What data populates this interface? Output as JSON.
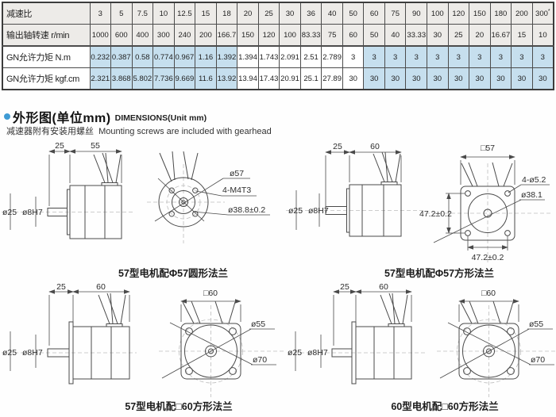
{
  "colors": {
    "accent_bullet": "#3f9bd4",
    "cell_blue": "#c6dfee",
    "cell_gray": "#edebe8",
    "line": "#4a4a4a"
  },
  "table": {
    "rows": [
      {
        "label": "减速比",
        "values": [
          "3",
          "5",
          "7.5",
          "10",
          "12.5",
          "15",
          "18",
          "20",
          "25",
          "30",
          "36",
          "40",
          "50",
          "60",
          "75",
          "90",
          "100",
          "120",
          "150",
          "180",
          "200",
          "300*"
        ]
      },
      {
        "label": "输出轴转速 r/min",
        "values": [
          "1000",
          "600",
          "400",
          "300",
          "240",
          "200",
          "166.7",
          "150",
          "120",
          "100",
          "83.33",
          "75",
          "60",
          "50",
          "40",
          "33.33",
          "30",
          "25",
          "20",
          "16.67",
          "15",
          "10"
        ]
      },
      {
        "label": "GN允许力矩 N.m",
        "values": [
          "0.232",
          "0.387",
          "0.58",
          "0.774",
          "0.967",
          "1.16",
          "1.392",
          "1.394",
          "1.743",
          "2.091",
          "2.51",
          "2.789",
          "3",
          "3",
          "3",
          "3",
          "3",
          "3",
          "3",
          "3",
          "3",
          "3"
        ]
      },
      {
        "label": "GN允许力矩 kgf.cm",
        "values": [
          "2.321",
          "3.868",
          "5.802",
          "7.736",
          "9.669",
          "11.6",
          "13.92",
          "13.94",
          "17.43",
          "20.91",
          "25.1",
          "27.89",
          "30",
          "30",
          "30",
          "30",
          "30",
          "30",
          "30",
          "30",
          "30",
          "30"
        ]
      }
    ]
  },
  "section": {
    "title_cn": "外形图(单位mm)",
    "title_en": "DIMENSIONS(Unit mm)",
    "note_cn": "减速器附有安装用螺丝",
    "note_en": "Mounting screws are included with gearhead"
  },
  "drawings": {
    "side1": {
      "d1": "25",
      "d2": "55",
      "m1": "ø25",
      "m2": "ø8H7"
    },
    "round57": {
      "l1": "ø57",
      "l2": "4-M4T3",
      "l3": "ø38.8±0.2"
    },
    "side2": {
      "d1": "25",
      "d2": "60",
      "m1": "ø25",
      "m2": "ø8H7"
    },
    "sq57": {
      "w": "□57",
      "l1": "4-ø5.2",
      "l2": "ø38.1",
      "pv": "47.2±0.2",
      "ph": "47.2±0.2"
    },
    "side3": {
      "d1": "25",
      "d2": "60",
      "m1": "ø25",
      "m2": "ø8H7"
    },
    "sq60a": {
      "w": "□60",
      "l1": "ø55",
      "l2": "ø70"
    },
    "side4": {
      "d1": "25",
      "d2": "60",
      "m1": "ø25",
      "m2": "ø8H7"
    },
    "sq60b": {
      "w": "□60",
      "l1": "ø55",
      "l2": "ø70"
    }
  },
  "captions": {
    "c1": "57型电机配Φ57圆形法兰",
    "c2": "57型电机配Φ57方形法兰",
    "c3": "57型电机配□60方形法兰",
    "c4": "60型电机配□60方形法兰"
  }
}
